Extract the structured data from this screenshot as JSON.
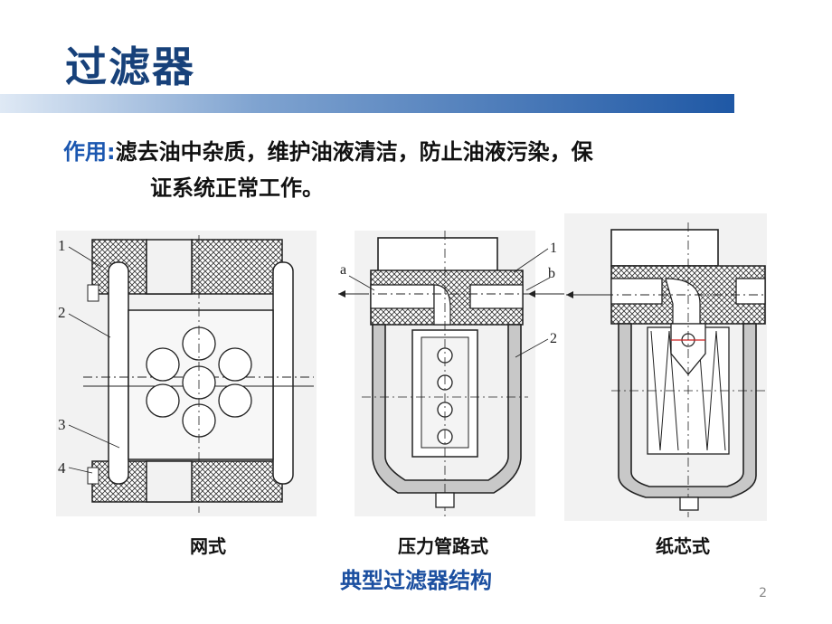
{
  "slide": {
    "title": "过滤器",
    "function_label": "作用:",
    "function_line1": "滤去油中杂质，维护油液清洁，防止油液污染，保",
    "function_line2": "证系统正常工作。",
    "figure_caption": "典型过滤器结构",
    "page_number": "2"
  },
  "figures": {
    "mesh": {
      "caption": "网式",
      "callouts": [
        "1",
        "2",
        "3",
        "4"
      ]
    },
    "pressure_line": {
      "caption": "压力管路式",
      "callouts": [
        "a",
        "b",
        "1",
        "2"
      ]
    },
    "paper_core": {
      "caption": "纸芯式"
    }
  },
  "colors": {
    "title": "#17417a",
    "label": "#1b57b0",
    "caption": "#1b4fa0",
    "bar_start": "#dfe9f5",
    "bar_end": "#1f58a5"
  }
}
